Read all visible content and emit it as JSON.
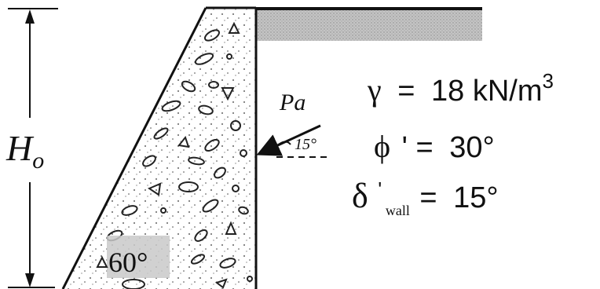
{
  "diagram": {
    "height_label": "H",
    "height_subscript": "o",
    "base_angle_label": "60°",
    "force_label": "Pa",
    "force_angle_label": "15°"
  },
  "properties": {
    "unit_weight": {
      "symbol": "γ",
      "equals": "=",
      "value": "18 kN/m",
      "superscript": "3"
    },
    "friction_angle": {
      "symbol": "ϕ",
      "prime": "'",
      "equals": "=",
      "value": "30°"
    },
    "wall_friction": {
      "symbol": "δ",
      "prime": "'",
      "subscript": "wall",
      "equals": "=",
      "value": "15°"
    }
  },
  "colors": {
    "line": "#111111",
    "backfill": "#b8b8b8",
    "angle_highlight": "#c8c8c8"
  }
}
